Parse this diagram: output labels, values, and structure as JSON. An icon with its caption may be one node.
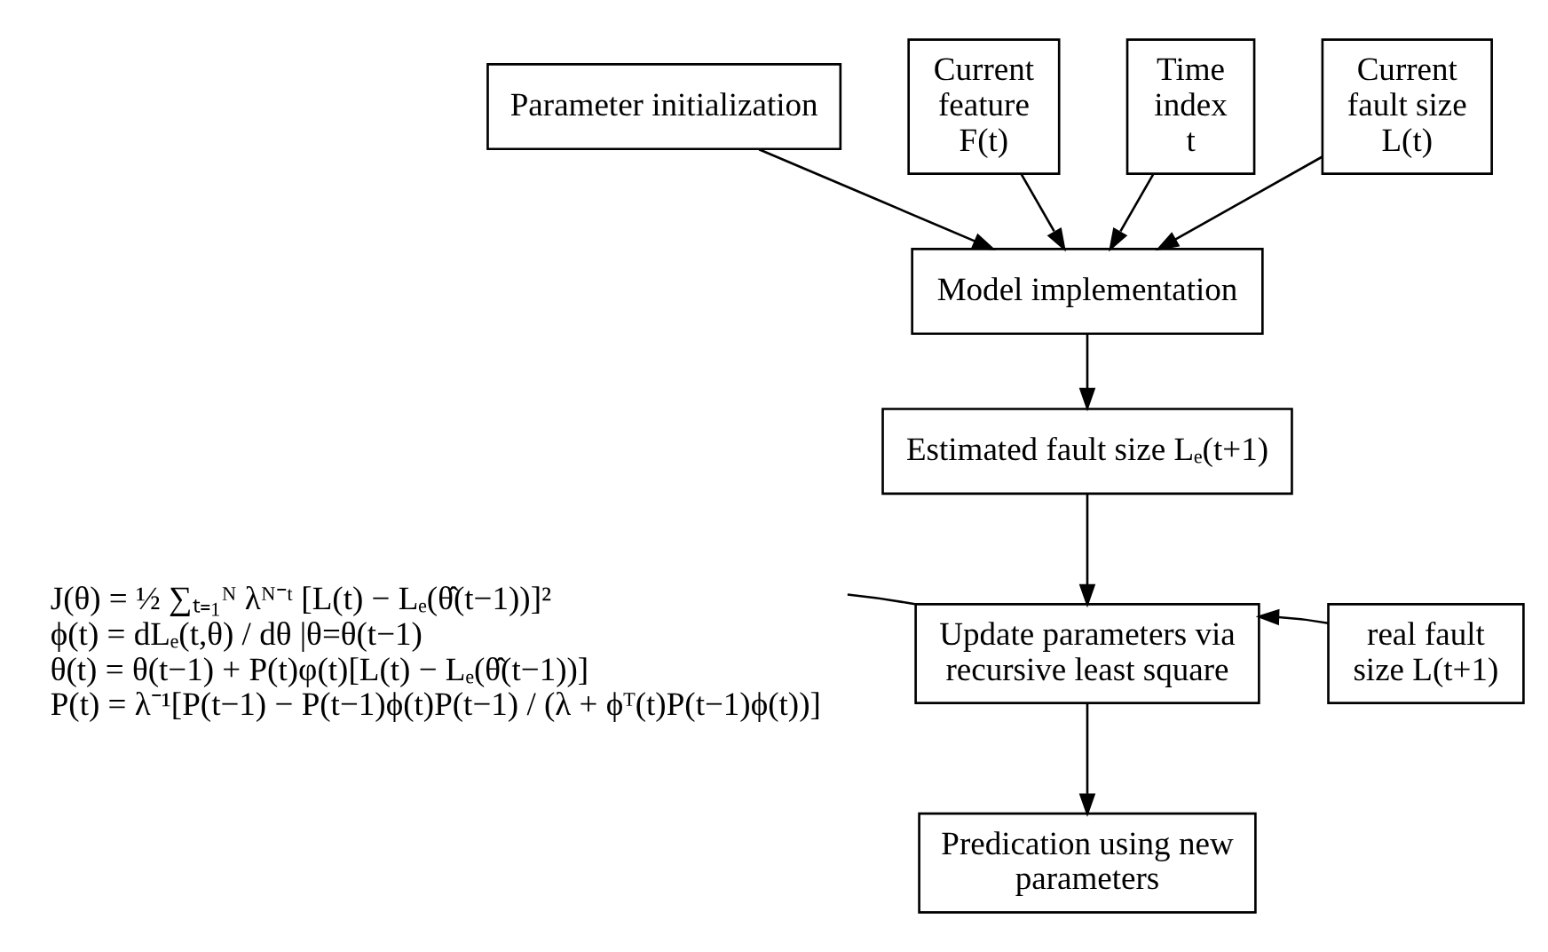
{
  "diagram": {
    "nodes": [
      {
        "text": [
          "Parameter initialization"
        ]
      },
      {
        "text": [
          "Current feature F(t)"
        ]
      },
      {
        "text": [
          "Time index t"
        ]
      },
      {
        "text": [
          "Model implementation"
        ]
      },
      {
        "text": [
          "Current fault size L(t)"
        ]
      },
      {
        "text": [
          "Estimated fault size Lₑ(t+1)"
        ]
      },
      {
        "text": [
          "J(θ) = ½ ∑ₜ₌₁ᴺ λᴺ⁻ᵗ [L(t) − Lₑ(θ̂(t−1))]²",
          "ϕ(t) = dLₑ(t,θ) / dθ |θ=θ(t−1)",
          "θ(t) = θ(t−1) + P(t)φ(t)[L(t) − Lₑ(θ̂(t−1))]",
          "P(t) = λ⁻¹[P(t−1) − P(t−1)ϕ(t)P(t−1) / (λ + ϕᵀ(t)P(t−1)ϕ(t))]"
        ]
      },
      {
        "text": [
          "Update parameters via recursive least square"
        ]
      },
      {
        "text": [
          "real fault size L(t+1)"
        ]
      },
      {
        "text": [
          "Predication using new parameters"
        ]
      }
    ],
    "edges": [
      {
        "from": 0,
        "to": 3,
        "arrow": "to"
      },
      {
        "from": 1,
        "to": 3,
        "arrow": "to"
      },
      {
        "from": 2,
        "to": 3,
        "arrow": "to"
      },
      {
        "from": 4,
        "to": 3,
        "arrow": "to"
      },
      {
        "from": 3,
        "to": 5,
        "arrow": "to"
      },
      {
        "from": 5,
        "to": 7,
        "arrow": "to"
      },
      {
        "from": 6,
        "to": 7,
        "arrow": "none"
      },
      {
        "from": 8,
        "to": 7,
        "arrow": "to"
      },
      {
        "from": 7,
        "to": 9,
        "arrow": "to"
      }
    ]
  }
}
